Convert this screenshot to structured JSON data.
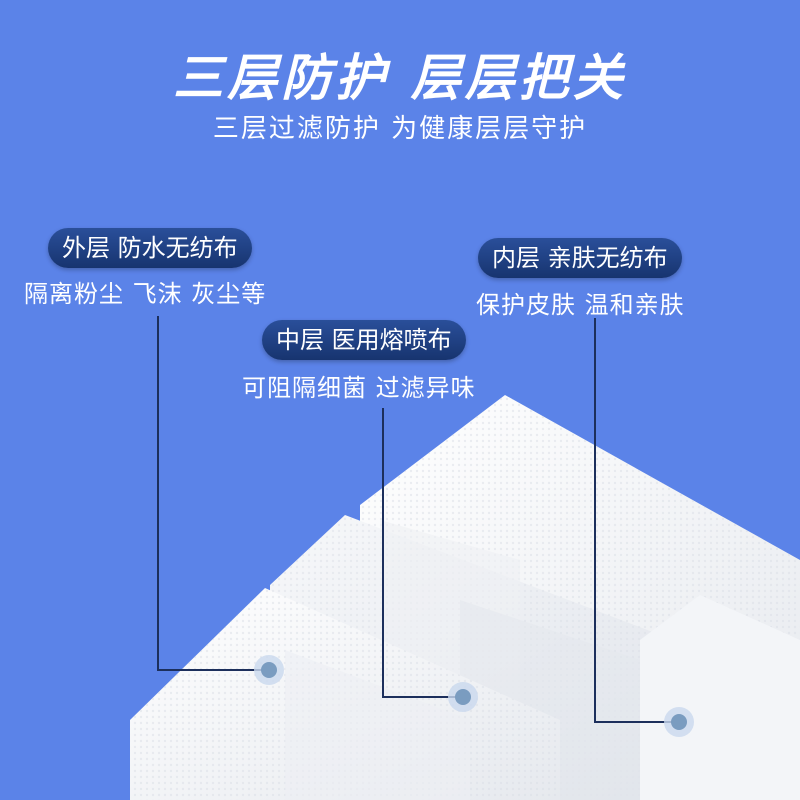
{
  "header": {
    "title": "三层防护 层层把关",
    "subtitle": "三层过滤防护 为健康层层守护"
  },
  "layers": {
    "outer": {
      "label": "外层 防水无纺布",
      "desc": "隔离粉尘 飞沫 灰尘等"
    },
    "middle": {
      "label": "中层 医用熔喷布",
      "desc": "可阻隔细菌 过滤异味"
    },
    "inner": {
      "label": "内层 亲肤无纺布",
      "desc": "保护皮肤 温和亲肤"
    }
  },
  "colors": {
    "background": "#5b83e8",
    "pill": "#1e3f82",
    "text": "#ffffff",
    "marker": "#7a9cc0",
    "line": "#1c2f5c"
  }
}
